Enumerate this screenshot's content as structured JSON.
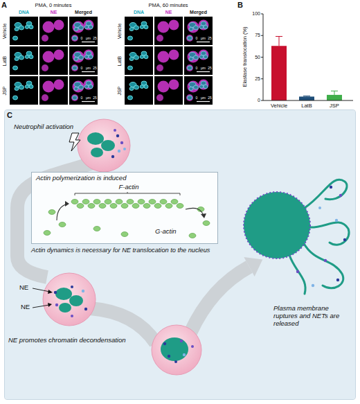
{
  "diagram": {
    "nodes": [
      {
        "text": [
          "C"
        ]
      },
      {
        "text": [
          "Actin polymerization is induced",
          "F-actin",
          "G-actin"
        ],
        "in": 0
      }
    ],
    "labels": [
      "A",
      "PMA, 0 minutes",
      "PMA, 60 minutes",
      "DNA",
      "NE",
      "Merged",
      "DNA",
      "NE",
      "Merged",
      "Vehicle",
      "LatB",
      "JSP",
      "Vehicle",
      "LatB",
      "JSP",
      "0",
      "μm",
      "25",
      "0",
      "μm",
      "25",
      "0",
      "μm",
      "25",
      "0",
      "μm",
      "25",
      "0",
      "μm",
      "25",
      "0",
      "μm",
      "25",
      "B",
      "Elastase translocation (%)",
      "100",
      "75",
      "50",
      "25",
      "0",
      "Vehicle",
      "LatB",
      "JSP",
      "Neutrophil activation",
      "Actin dynamics is necessary for NE translocation to the nucleus",
      "NE",
      "NE",
      "NE promotes chromatin decondensation",
      "Plasma membrane ruptures and NETs are released"
    ]
  }
}
